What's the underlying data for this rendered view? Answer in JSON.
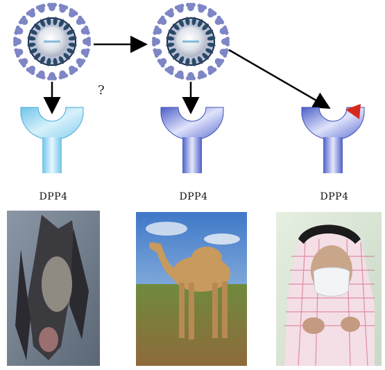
{
  "labels": {
    "receptor_1": "DPP4",
    "receptor_2": "DPP4",
    "receptor_3": "DPP4",
    "question": "?"
  },
  "colors": {
    "virus_spike": "#7f86c6",
    "virus_membrane": "#1b2a52",
    "virus_core": "#d8dde6",
    "receptor_light": "#a8dcf2",
    "receptor_blue": "#6f7fd4",
    "receptor_blocked_marker": "#d7281e",
    "arrow": "#000000"
  },
  "photos": [
    {
      "subject": "bat"
    },
    {
      "subject": "camel"
    },
    {
      "subject": "person-with-mask"
    }
  ]
}
